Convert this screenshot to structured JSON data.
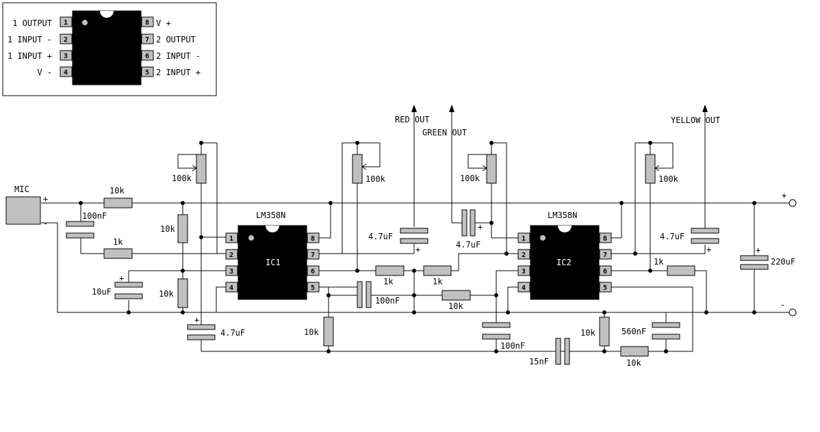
{
  "pinout": {
    "left": [
      "1 OUTPUT",
      "1 INPUT -",
      "1 INPUT +",
      "V -"
    ],
    "right": [
      "V +",
      "2 OUTPUT",
      "2 INPUT -",
      "2 INPUT +"
    ],
    "left_nums": [
      "1",
      "2",
      "3",
      "4"
    ],
    "right_nums": [
      "8",
      "7",
      "6",
      "5"
    ]
  },
  "labels": {
    "mic": "MIC",
    "plus": "+",
    "minus": "-",
    "ic1_part": "LM358N",
    "ic2_part": "LM358N",
    "ic1_name": "IC1",
    "ic2_name": "IC2",
    "red_out": "RED OUT",
    "green_out": "GREEN OUT",
    "yellow_out": "YELLOW OUT"
  },
  "components": {
    "r_10k_top": "10k",
    "c_100nF_in": "100nF",
    "r_1k_in": "1k",
    "r_10k_bias1": "10k",
    "r_10k_bias2": "10k",
    "c_10uF": "10uF",
    "pot1": "100k",
    "pot2": "100k",
    "pot3": "100k",
    "pot4": "100k",
    "c_47uF_low": "4.7uF",
    "c_47uF_red": "4.7uF",
    "c_47uF_green": "4.7uF",
    "c_47uF_yellow": "4.7uF",
    "r_1k_a": "1k",
    "r_1k_b": "1k",
    "r_1k_c": "1k",
    "c_100nF_mid": "100nF",
    "r_10k_mid": "10k",
    "r_10k_low": "10k",
    "c_100nF_low": "100nF",
    "c_15nF": "15nF",
    "r_10k_ic2a": "10k",
    "c_560nF": "560nF",
    "r_10k_ic2b": "10k",
    "c_220uF": "220uF"
  }
}
